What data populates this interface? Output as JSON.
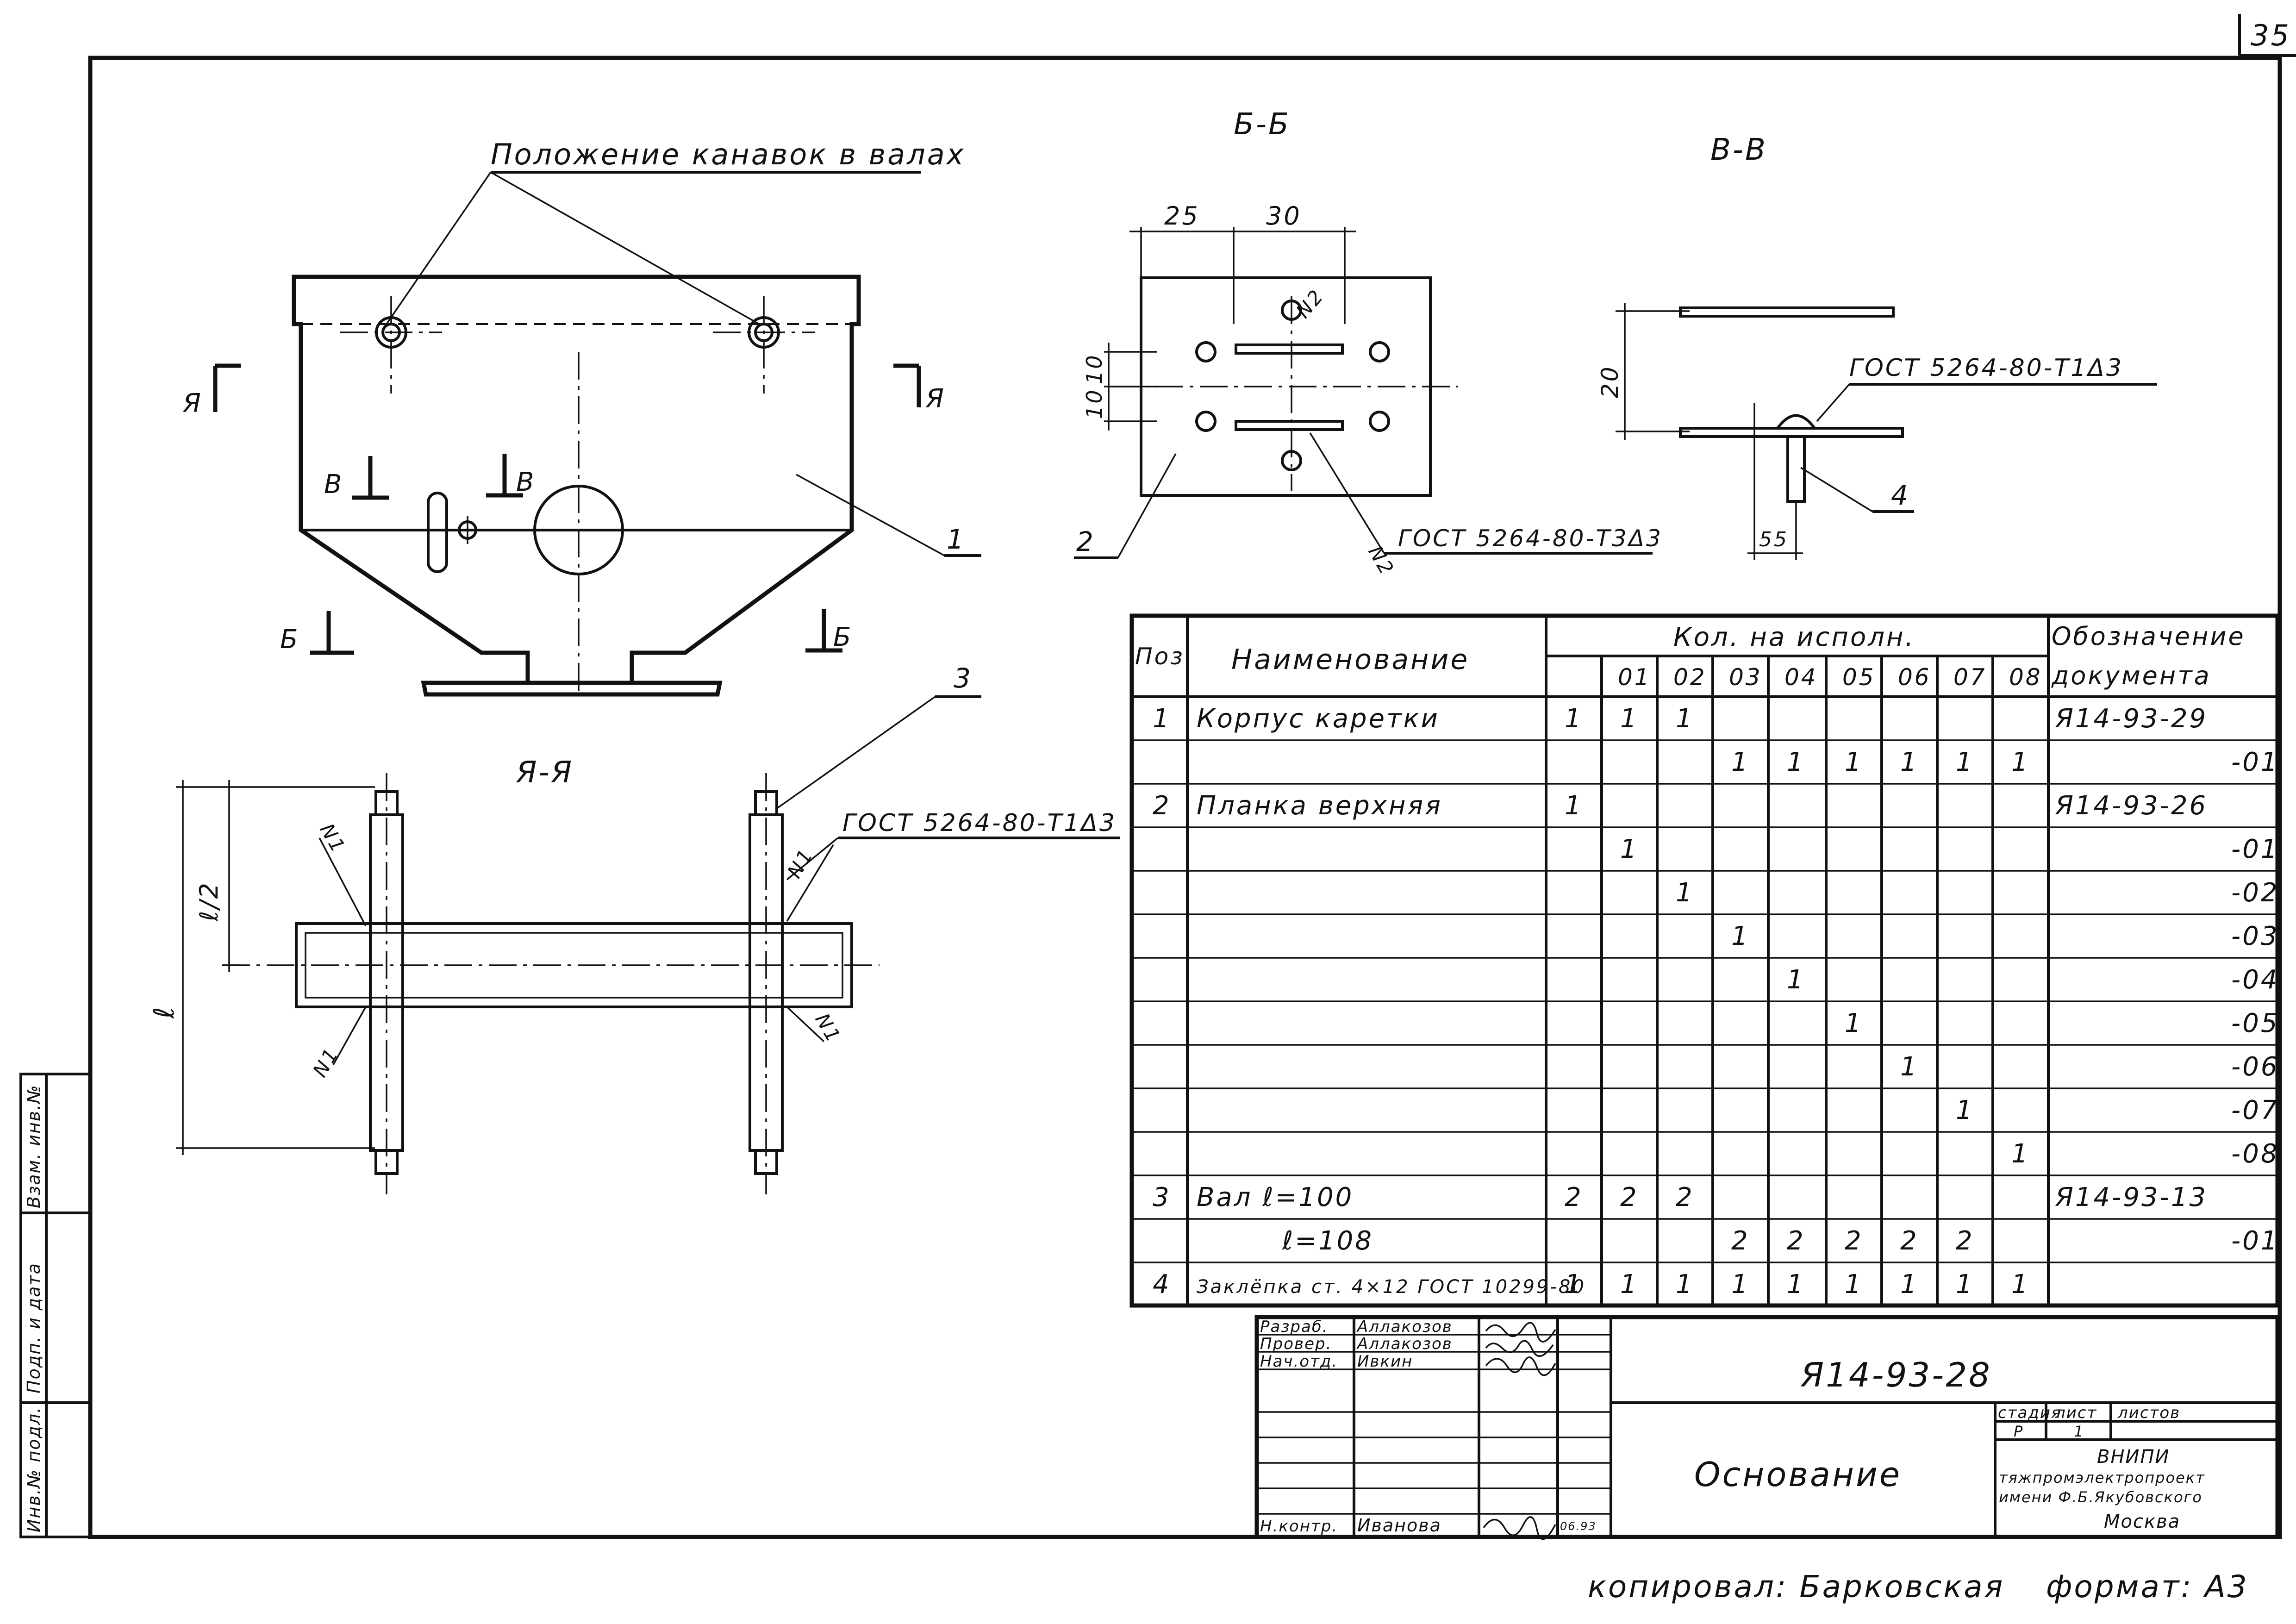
{
  "sheet_number": "35",
  "views": {
    "main": {
      "callout": "Положение канавок в валах",
      "cut_a_left": "Я",
      "cut_a_right": "Я",
      "cut_v_left": "В",
      "cut_v_right": "В",
      "cut_b_left": "Б",
      "cut_b_right": "Б",
      "pos1": "1"
    },
    "section_bb": {
      "title": "Б-Б",
      "dim_25": "25",
      "dim_30": "30",
      "dim_10a": "10",
      "dim_10b": "10",
      "weld_n2_top": "N2",
      "weld_n2_bottom": "N2",
      "weld_note": "ГОСТ 5264-80-Т3Δ3",
      "pos2": "2"
    },
    "section_vv": {
      "title": "В-В",
      "dim_20": "20",
      "dim_55": "55",
      "weld_note": "ГОСТ 5264-80-Т1Δ3",
      "pos4": "4"
    },
    "section_aa": {
      "title": "Я-Я",
      "pos3": "3",
      "weld_note": "ГОСТ 5264-80-Т1Δ3",
      "dim_l2": "ℓ/2",
      "dim_l": "ℓ",
      "weld_n1": "N1"
    }
  },
  "spec_table": {
    "headers": {
      "pos": "Поз.",
      "name": "Наименование",
      "qty": "Кол. на исполн.",
      "designation_line1": "Обозначение",
      "designation_line2": "документа"
    },
    "variants": [
      "",
      "01",
      "02",
      "03",
      "04",
      "05",
      "06",
      "07",
      "08"
    ],
    "rows": [
      {
        "pos": "1",
        "name": "Корпус каретки",
        "qty": [
          "1",
          "1",
          "1",
          "",
          "",
          "",
          "",
          "",
          ""
        ],
        "doc": "Я14-93-29"
      },
      {
        "pos": "",
        "name": "",
        "qty": [
          "",
          "",
          "",
          "1",
          "1",
          "1",
          "1",
          "1",
          "1"
        ],
        "doc": "-01"
      },
      {
        "pos": "2",
        "name": "Планка верхняя",
        "qty": [
          "1",
          "",
          "",
          "",
          "",
          "",
          "",
          "",
          ""
        ],
        "doc": "Я14-93-26"
      },
      {
        "pos": "",
        "name": "",
        "qty": [
          "",
          "1",
          "",
          "",
          "",
          "",
          "",
          "",
          ""
        ],
        "doc": "-01"
      },
      {
        "pos": "",
        "name": "",
        "qty": [
          "",
          "",
          "1",
          "",
          "",
          "",
          "",
          "",
          ""
        ],
        "doc": "-02"
      },
      {
        "pos": "",
        "name": "",
        "qty": [
          "",
          "",
          "",
          "1",
          "",
          "",
          "",
          "",
          ""
        ],
        "doc": "-03"
      },
      {
        "pos": "",
        "name": "",
        "qty": [
          "",
          "",
          "",
          "",
          "1",
          "",
          "",
          "",
          ""
        ],
        "doc": "-04"
      },
      {
        "pos": "",
        "name": "",
        "qty": [
          "",
          "",
          "",
          "",
          "",
          "1",
          "",
          "",
          ""
        ],
        "doc": "-05"
      },
      {
        "pos": "",
        "name": "",
        "qty": [
          "",
          "",
          "",
          "",
          "",
          "",
          "1",
          "",
          ""
        ],
        "doc": "-06"
      },
      {
        "pos": "",
        "name": "",
        "qty": [
          "",
          "",
          "",
          "",
          "",
          "",
          "",
          "1",
          ""
        ],
        "doc": "-07"
      },
      {
        "pos": "",
        "name": "",
        "qty": [
          "",
          "",
          "",
          "",
          "",
          "",
          "",
          "",
          "1"
        ],
        "doc": "-08"
      },
      {
        "pos": "3",
        "name": "Вал  ℓ=100",
        "qty": [
          "2",
          "2",
          "2",
          "",
          "",
          "",
          "",
          "",
          ""
        ],
        "doc": "Я14-93-13"
      },
      {
        "pos": "",
        "name": "ℓ=108",
        "qty": [
          "",
          "",
          "",
          "2",
          "2",
          "2",
          "2",
          "2",
          ""
        ],
        "doc": "-01"
      },
      {
        "pos": "4",
        "name": "Заклёпка ст. 4×12 ГОСТ 10299-80",
        "qty": [
          "1",
          "1",
          "1",
          "1",
          "1",
          "1",
          "1",
          "1",
          "1"
        ],
        "doc": ""
      }
    ]
  },
  "title_block": {
    "roles": [
      {
        "role": "Разраб.",
        "name": "Аллакозов"
      },
      {
        "role": "Провер.",
        "name": "Аллакозов"
      },
      {
        "role": "Нач.отд.",
        "name": "Ивкин"
      },
      {
        "role": "Н.контр.",
        "name": "Иванова",
        "date": "06.93"
      }
    ],
    "doc_number": "Я14-93-28",
    "part_name": "Основание",
    "stage_label": "стадия",
    "sheet_label": "лист",
    "sheets_label": "листов",
    "stage_value": "Р",
    "sheet_value": "1",
    "org_line1": "ВНИПИ",
    "org_line2": "тяжпромэлектропроект",
    "org_line3": "имени Ф.Б.Якубовского",
    "org_line4": "Москва"
  },
  "side_stamp": [
    "Инв.№ подл.",
    "Подп. и дата",
    "Взам. инв.№"
  ],
  "footer": {
    "copied_by": "копировал: Барковская",
    "format": "формат: А3"
  }
}
